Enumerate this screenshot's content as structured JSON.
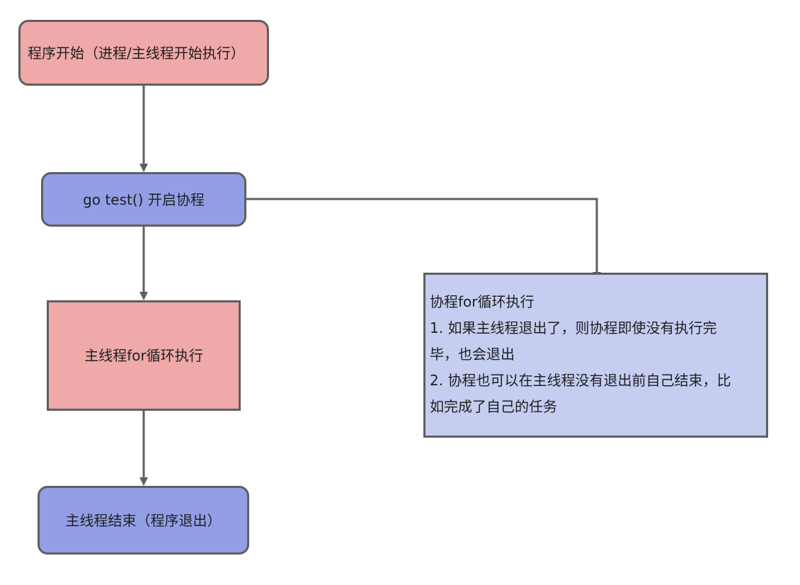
{
  "nodes": {
    "start": "程序开始（进程/主线程开始执行）",
    "go": "go test() 开启协程",
    "loop": "主线程for循环执行",
    "end": "主线程结束（程序退出）",
    "note": {
      "title": "协程for循环执行",
      "line1": "1. 如果主线程退出了，则协程即使没有执行完",
      "line1_cont": "毕，也会退出",
      "line2": "2. 协程也可以在主线程没有退出前自己结束，比",
      "line2_cont": "如完成了自己的任务"
    }
  },
  "colors": {
    "pink_fill": "#eea9a8",
    "blue_fill": "#929fe6",
    "light_blue_fill": "#c5cdf1",
    "stroke": "#5f5f5f"
  }
}
